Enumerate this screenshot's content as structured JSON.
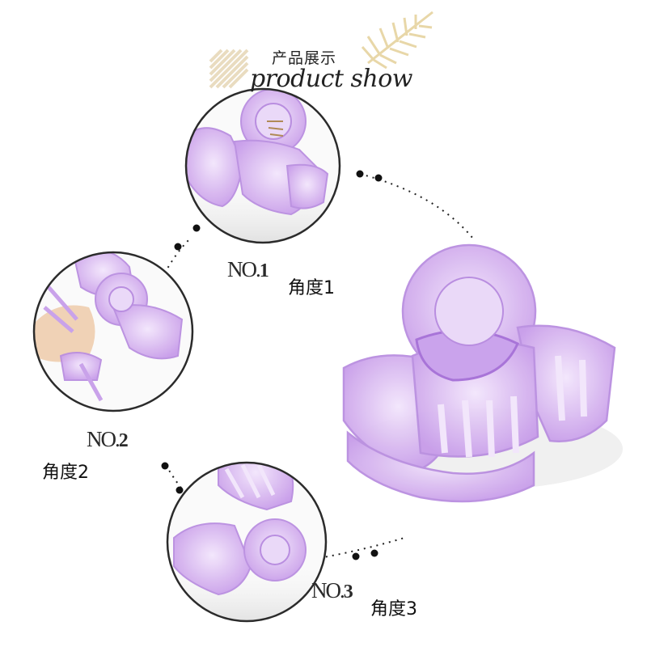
{
  "header": {
    "title_cn": "产品展示",
    "title_en": "product show"
  },
  "views": [
    {
      "no_prefix": "NO.",
      "no_num": "1",
      "angle": "角度1"
    },
    {
      "no_prefix": "NO.",
      "no_num": "2",
      "angle": "角度2"
    },
    {
      "no_prefix": "NO.",
      "no_num": "3",
      "angle": "角度3"
    }
  ],
  "colors": {
    "clip_fill": "#d9b8f2",
    "clip_stroke": "#b98ee0",
    "circle_stroke": "#2b2b2b",
    "stripes": "#e9dcc0",
    "leaf": "#e8d7a8"
  }
}
